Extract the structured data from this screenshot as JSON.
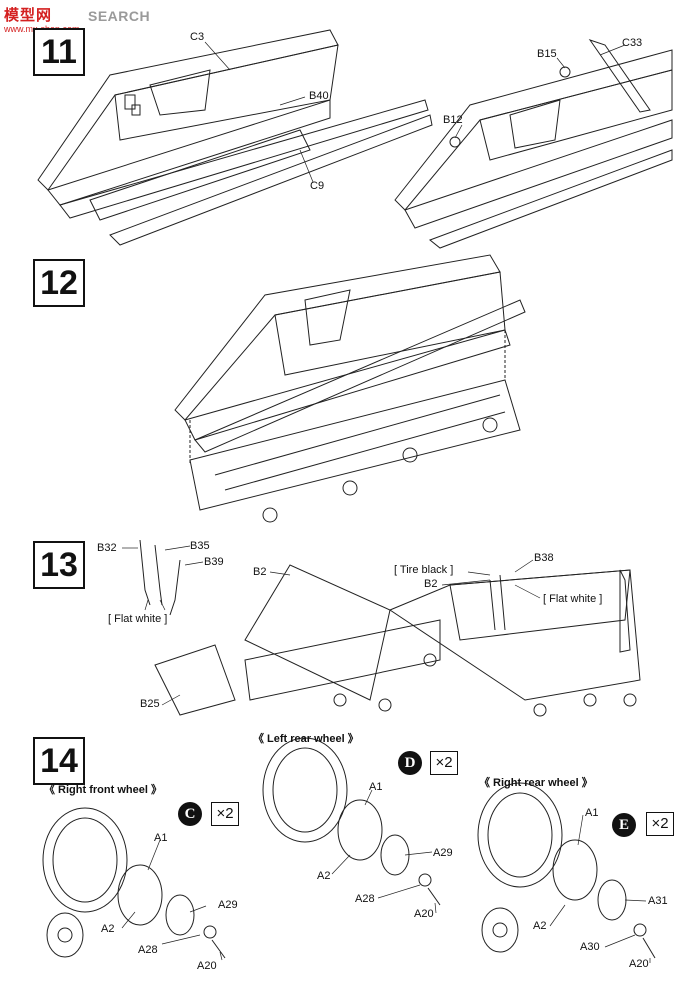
{
  "watermark": {
    "logo": "模型网",
    "text": "SEARCH",
    "url": "www.mx-shop.com"
  },
  "steps": [
    {
      "number": "11",
      "labels": [
        "C3",
        "B40",
        "C9",
        "B15",
        "C33",
        "B12"
      ]
    },
    {
      "number": "12"
    },
    {
      "number": "13",
      "labels": [
        "B32",
        "B35",
        "B39",
        "[ Flat white ]",
        "B2",
        "B25",
        "[ Tire black ]",
        "B38",
        "B2",
        "[ Flat white ]"
      ]
    },
    {
      "number": "14",
      "left_rear": {
        "caption": "《 Left rear wheel 》",
        "badge": "D",
        "multiplier": "×2",
        "labels": [
          "A1",
          "A29",
          "A2",
          "A28",
          "A20"
        ]
      },
      "right_front": {
        "caption": "《 Right front wheel 》",
        "badge": "C",
        "multiplier": "×2",
        "labels": [
          "A1",
          "A29",
          "A2",
          "A28",
          "A20"
        ]
      },
      "right_rear": {
        "caption": "《 Right rear wheel 》",
        "badge": "E",
        "multiplier": "×2",
        "labels": [
          "A1",
          "A31",
          "A2",
          "A30",
          "A20"
        ]
      }
    }
  ]
}
